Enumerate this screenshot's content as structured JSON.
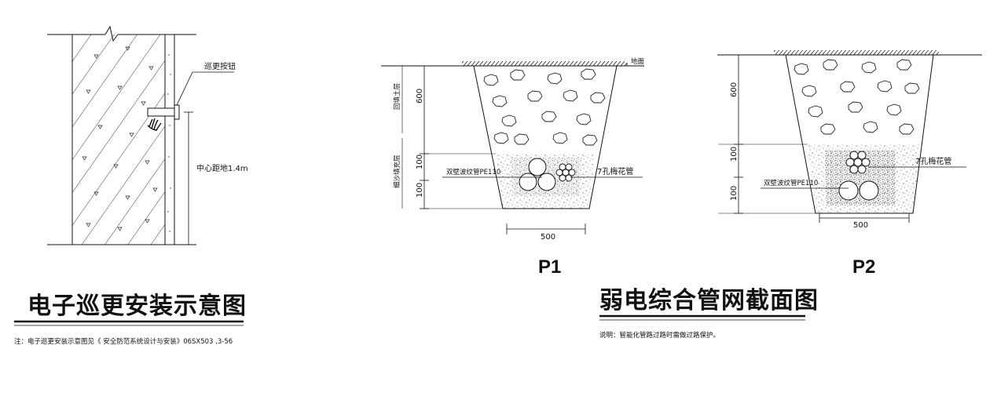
{
  "left": {
    "label_button": "巡更按钮",
    "label_distance": "中心距地1.4m",
    "title": "电子巡更安装示意图",
    "note": "注：电子巡更安装示意图见《 安全防范系统设计与安装》06SX503 ,3-56"
  },
  "right": {
    "label_ground": "地面",
    "label_backfill": "回填土层",
    "label_sand": "细沙填充层",
    "p1": {
      "name": "P1",
      "dim_600": "600",
      "dim_100_top": "100",
      "dim_100_bottom": "100",
      "dim_500": "500",
      "label_pe": "双壁波纹管PE110",
      "label_7hole": "7孔梅花管"
    },
    "p2": {
      "name": "P2",
      "dim_600": "600",
      "dim_100_top": "100",
      "dim_100_bottom": "100",
      "dim_500": "500",
      "label_pe": "双壁波纹管PE110",
      "label_7hole": "7孔梅花管"
    },
    "title": "弱电综合管网截面图",
    "note": "说明：智能化管路过路时需做过路保护。"
  }
}
